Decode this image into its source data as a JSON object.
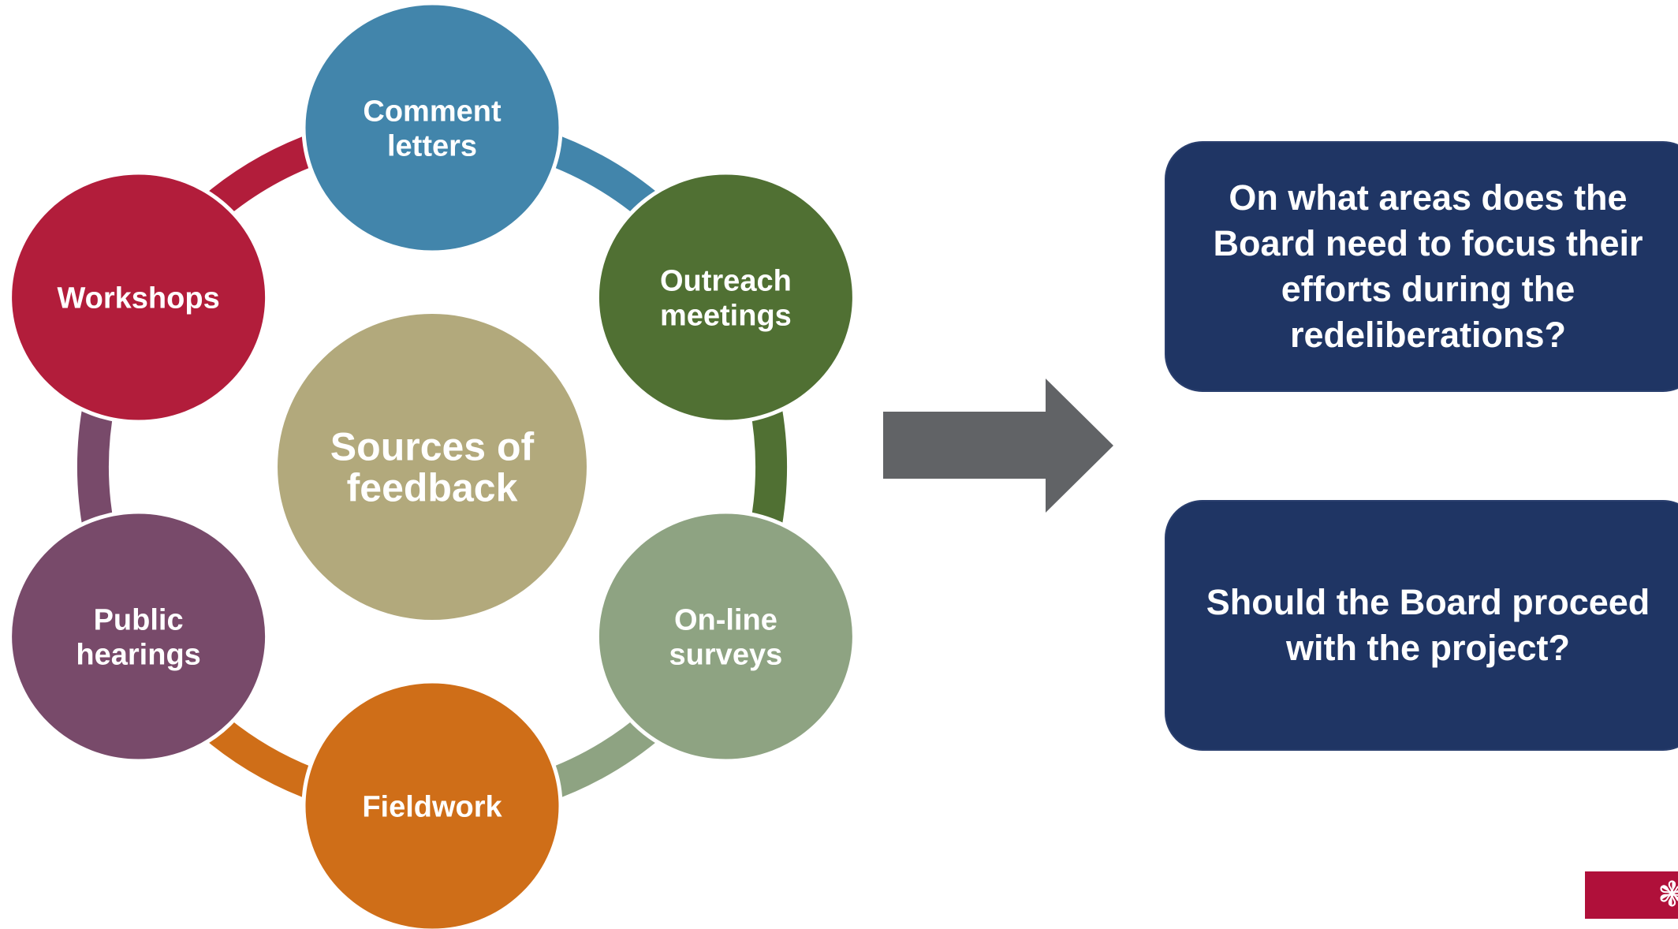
{
  "diagram": {
    "center": {
      "label": "Sources of\nfeedback",
      "color": "#b2a97c"
    },
    "nodes": [
      {
        "label": "Comment\nletters",
        "color": "#4285ab",
        "name": "node-comment-letters"
      },
      {
        "label": "Outreach\nmeetings",
        "color": "#507033",
        "name": "node-outreach-meetings"
      },
      {
        "label": "On-line\nsurveys",
        "color": "#8ea382",
        "name": "node-online-surveys"
      },
      {
        "label": "Fieldwork",
        "color": "#cf6e18",
        "name": "node-fieldwork"
      },
      {
        "label": "Public\nhearings",
        "color": "#784a6a",
        "name": "node-public-hearings"
      },
      {
        "label": "Workshops",
        "color": "#b21d3b",
        "name": "node-workshops"
      }
    ],
    "arrow_color": "#616366"
  },
  "questions": [
    "On what areas does the\nBoard need to focus their\nefforts during the\nredeliberations?",
    "Should the Board proceed\nwith the project?"
  ],
  "logo": {
    "glyph": "❃",
    "color": "#b0103a"
  }
}
